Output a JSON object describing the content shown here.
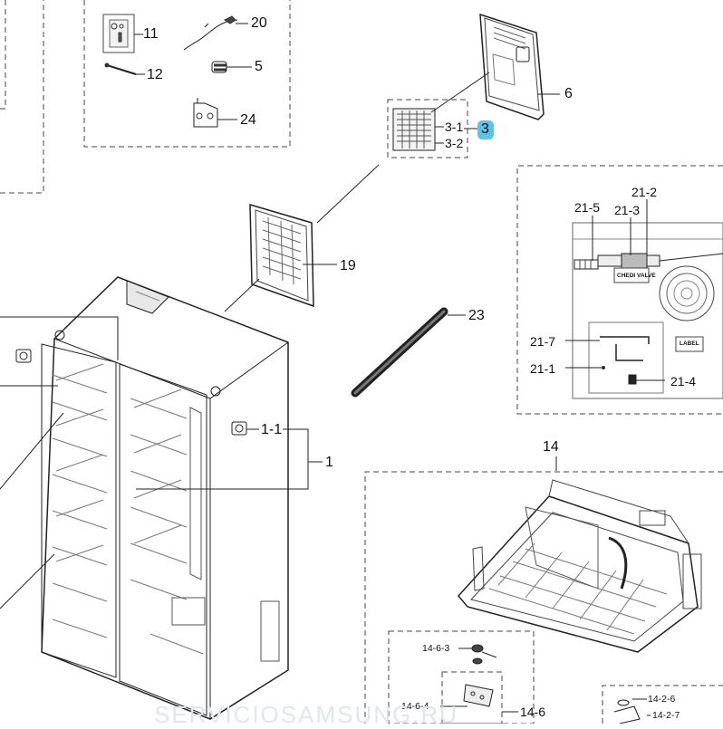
{
  "labels": {
    "l11": "11",
    "l20": "20",
    "l12": "12",
    "l5": "5",
    "l24": "24",
    "l3_1": "3-1",
    "l3": "3",
    "l3_2": "3-2",
    "l6": "6",
    "l19": "19",
    "l23": "23",
    "l1_1": "1-1",
    "l1": "1",
    "l21_2": "21-2",
    "l21_5": "21-5",
    "l21_3": "21-3",
    "l21_7": "21-7",
    "l21_1": "21-1",
    "l21_4": "21-4",
    "l14": "14",
    "l14_6_3": "14-6-3",
    "l14_6_4": "14-6-4",
    "l14_6": "14-6",
    "l14_2_6": "14-2-6",
    "l14_2_7": "14-2-7",
    "chedi_valve": "CHEDI VALVE",
    "label_box": "LABEL"
  },
  "highlight": {
    "part": "3",
    "color": "#5cc4ec"
  },
  "watermark": "SERVICIOSAMSUNG.RU"
}
